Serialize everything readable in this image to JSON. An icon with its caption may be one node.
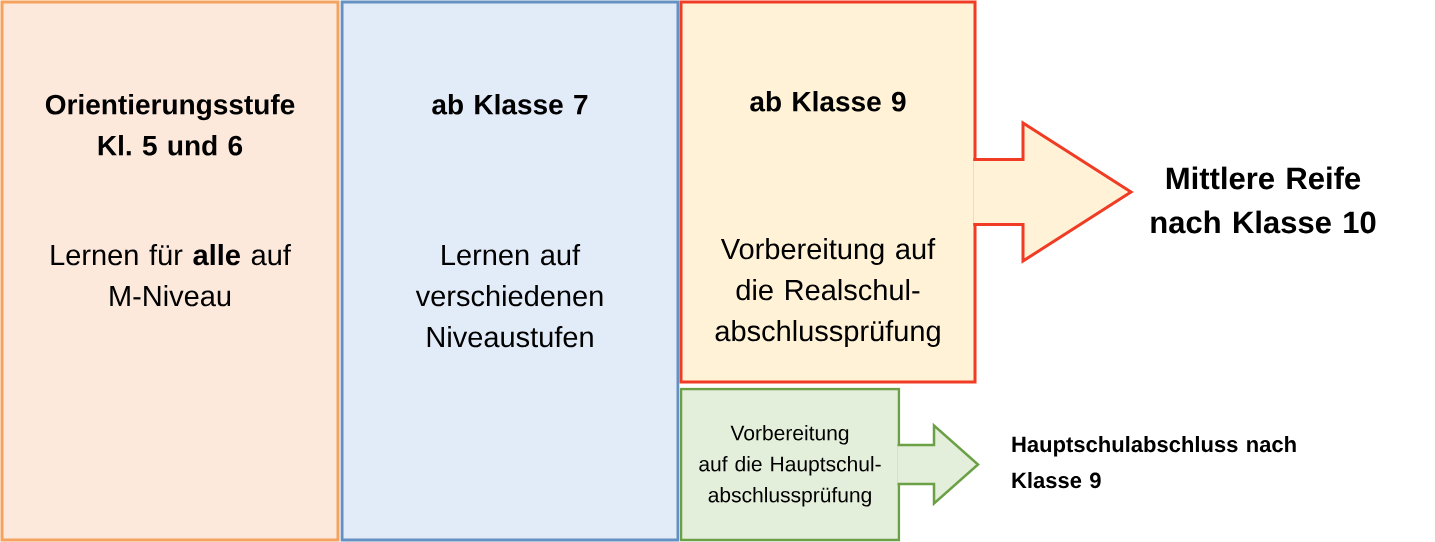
{
  "diagram": {
    "nodes": [
      {
        "text": [
          "Orientierungsstufe Kl. 5 und 6",
          "Lernen für **alle** auf M-Niveau"
        ]
      },
      {
        "text": [
          "ab Klasse 7",
          "Lernen auf verschiedenen Niveaustufen"
        ]
      },
      {
        "text": [
          "ab Klasse 9",
          "Vorbereitung auf die Realschul- abschlussprüfung"
        ]
      },
      {
        "text": [
          "Vorbereitung auf die Hauptschul- abschlussprüfung"
        ]
      },
      {
        "text": [
          "Mittlere Reife nach Klasse 10"
        ]
      },
      {
        "text": [
          "Hauptschulabschluss nach Klasse 9"
        ]
      }
    ],
    "edges": [
      {
        "from": 2,
        "to": 4,
        "arrow": "to",
        "color": "#f03c24"
      },
      {
        "from": 3,
        "to": 5,
        "arrow": "to",
        "color": "#6ba046"
      }
    ]
  }
}
